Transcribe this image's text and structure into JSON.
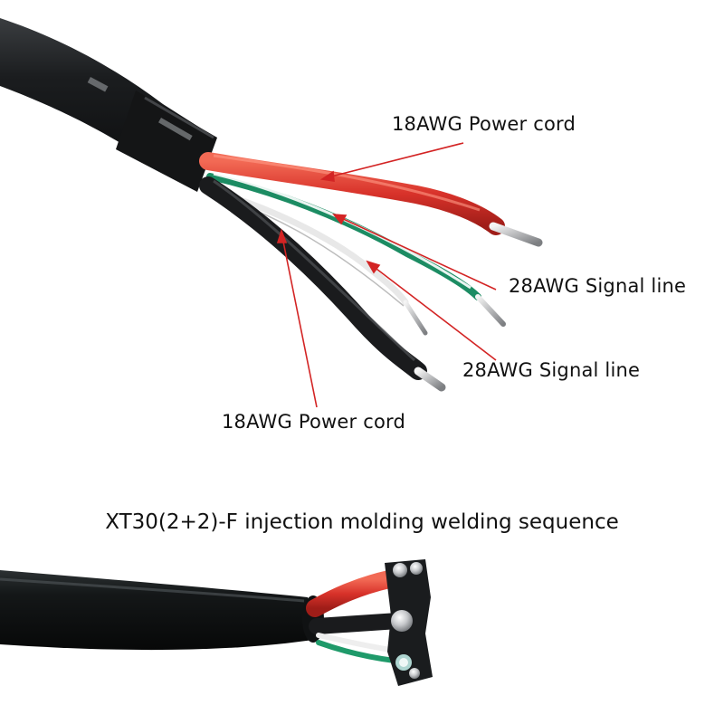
{
  "labels": {
    "power_cord_top": "18AWG Power cord",
    "signal_line_right": "28AWG Signal line",
    "signal_line_middle": "28AWG Signal line",
    "power_cord_bottom": "18AWG Power cord"
  },
  "caption": "XT30(2+2)-F injection molding welding sequence",
  "colors": {
    "annotation_arrow": "#d32424",
    "cable_jacket": "#151718",
    "wire_red": "#e0392c",
    "wire_green": "#1f9a6a",
    "wire_white": "#eeeeee",
    "wire_black": "#1c1c1e",
    "solder": "#c9ccd0",
    "label_text": "#111111"
  }
}
